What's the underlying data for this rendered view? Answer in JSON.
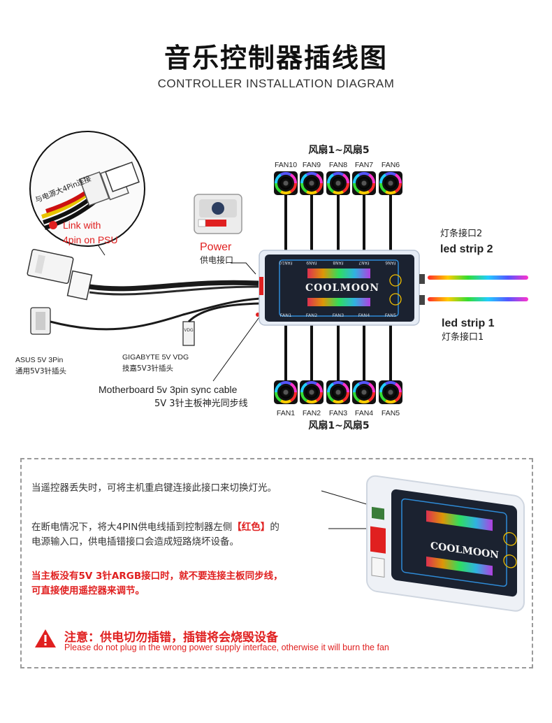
{
  "header": {
    "title": "音乐控制器插线图",
    "subtitle": "CONTROLLER INSTALLATION DIAGRAM"
  },
  "psu": {
    "cable_label": "与电源大4Pin连接",
    "link_line1": "Link with",
    "link_line2": "4pin on PSU"
  },
  "power": {
    "label_en": "Power",
    "label_cn": "供电接口"
  },
  "fans_top": {
    "group_label": "风扇1~风扇5",
    "labels": [
      "FAN10",
      "FAN9",
      "FAN8",
      "FAN7",
      "FAN6"
    ]
  },
  "fans_bottom": {
    "group_label": "风扇1~风扇5",
    "labels": [
      "FAN1",
      "FAN2",
      "FAN3",
      "FAN4",
      "FAN5"
    ]
  },
  "controller": {
    "brand": "COOLMOON",
    "top_labels": [
      "FAN10",
      "FAN9",
      "FAN8",
      "FAN7",
      "FAN6"
    ],
    "bottom_labels": [
      "FAN1",
      "FAN2",
      "FAN3",
      "FAN4",
      "FAN5"
    ]
  },
  "led_strip_2": {
    "cn": "灯条接口2",
    "en": "led strip 2"
  },
  "led_strip_1": {
    "en": "led strip 1",
    "cn": "灯条接口1"
  },
  "asus": {
    "line1": "ASUS 5V 3Pin",
    "line2": "通用5V3针插头"
  },
  "gigabyte": {
    "line1": "GIGABYTE 5V  VDG",
    "line2": "技嘉5V3针插头"
  },
  "sync_cable": {
    "en": "Motherboard 5v 3pin sync cable",
    "cn": "5V 3针主板神光同步线"
  },
  "notes": {
    "line1": "当遥控器丢失时，可将主机重启键连接此接口来切换灯光。",
    "line2a": "在断电情况下，将大4PIN供电线插到控制器左侧",
    "line2b": "【红色】",
    "line2c": "的",
    "line3": "电源输入口，供电插错接口会造成短路烧坏设备。",
    "warn1": "当主板没有5V 3针ARGB接口时，就不要连接主板同步线，",
    "warn2": "可直接使用遥控器来调节。",
    "caution_cn": "注意：供电切勿插错，插错将会烧毁设备",
    "caution_en": "Please do not plug in the wrong power supply interface, otherwise it will burn the fan"
  },
  "colors": {
    "accent_red": "#e02020",
    "controller_body": "#1b2230",
    "controller_frame": "#e6ecf5"
  }
}
